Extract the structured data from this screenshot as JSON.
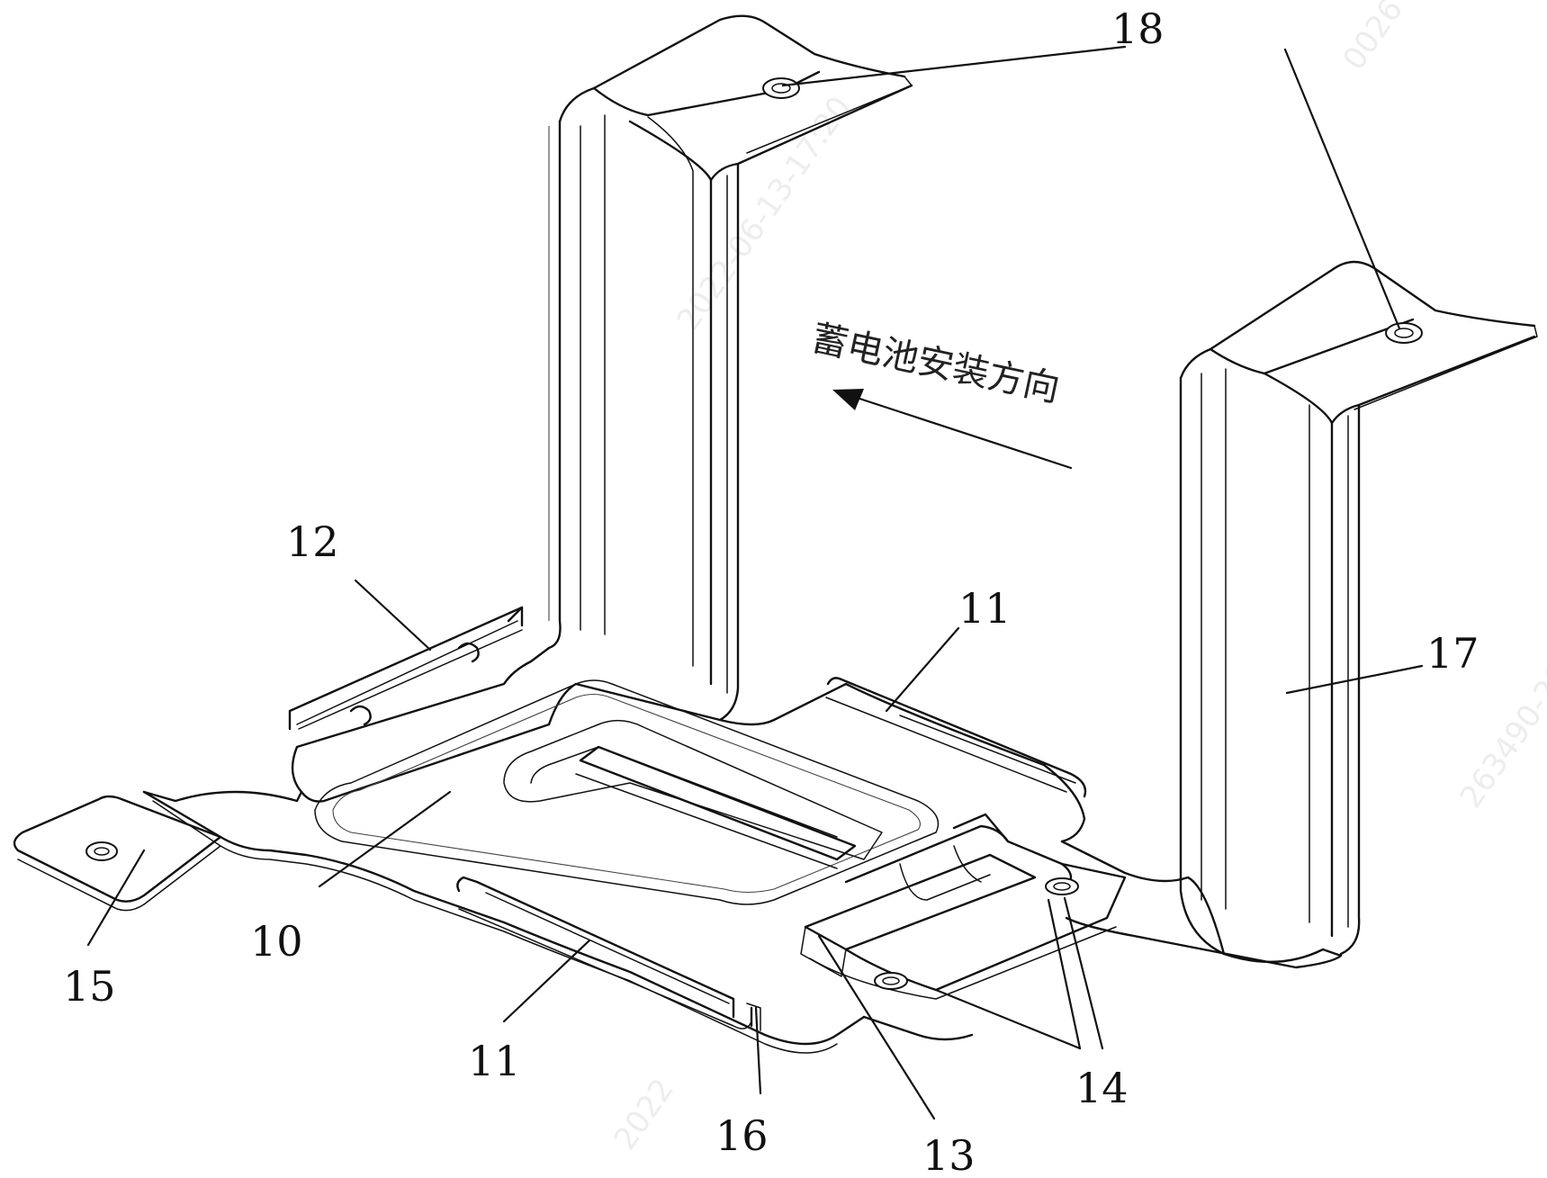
{
  "annotation_text": "蓄电池安装方向",
  "labels": {
    "l18": "18",
    "l12": "12",
    "l11a": "11",
    "l17": "17",
    "l10": "10",
    "l15": "15",
    "l11b": "11",
    "l16": "16",
    "l13": "13",
    "l14": "14"
  },
  "watermarks": [
    "2022-06-13-17:20",
    "0026",
    "263490-202",
    "2022"
  ]
}
